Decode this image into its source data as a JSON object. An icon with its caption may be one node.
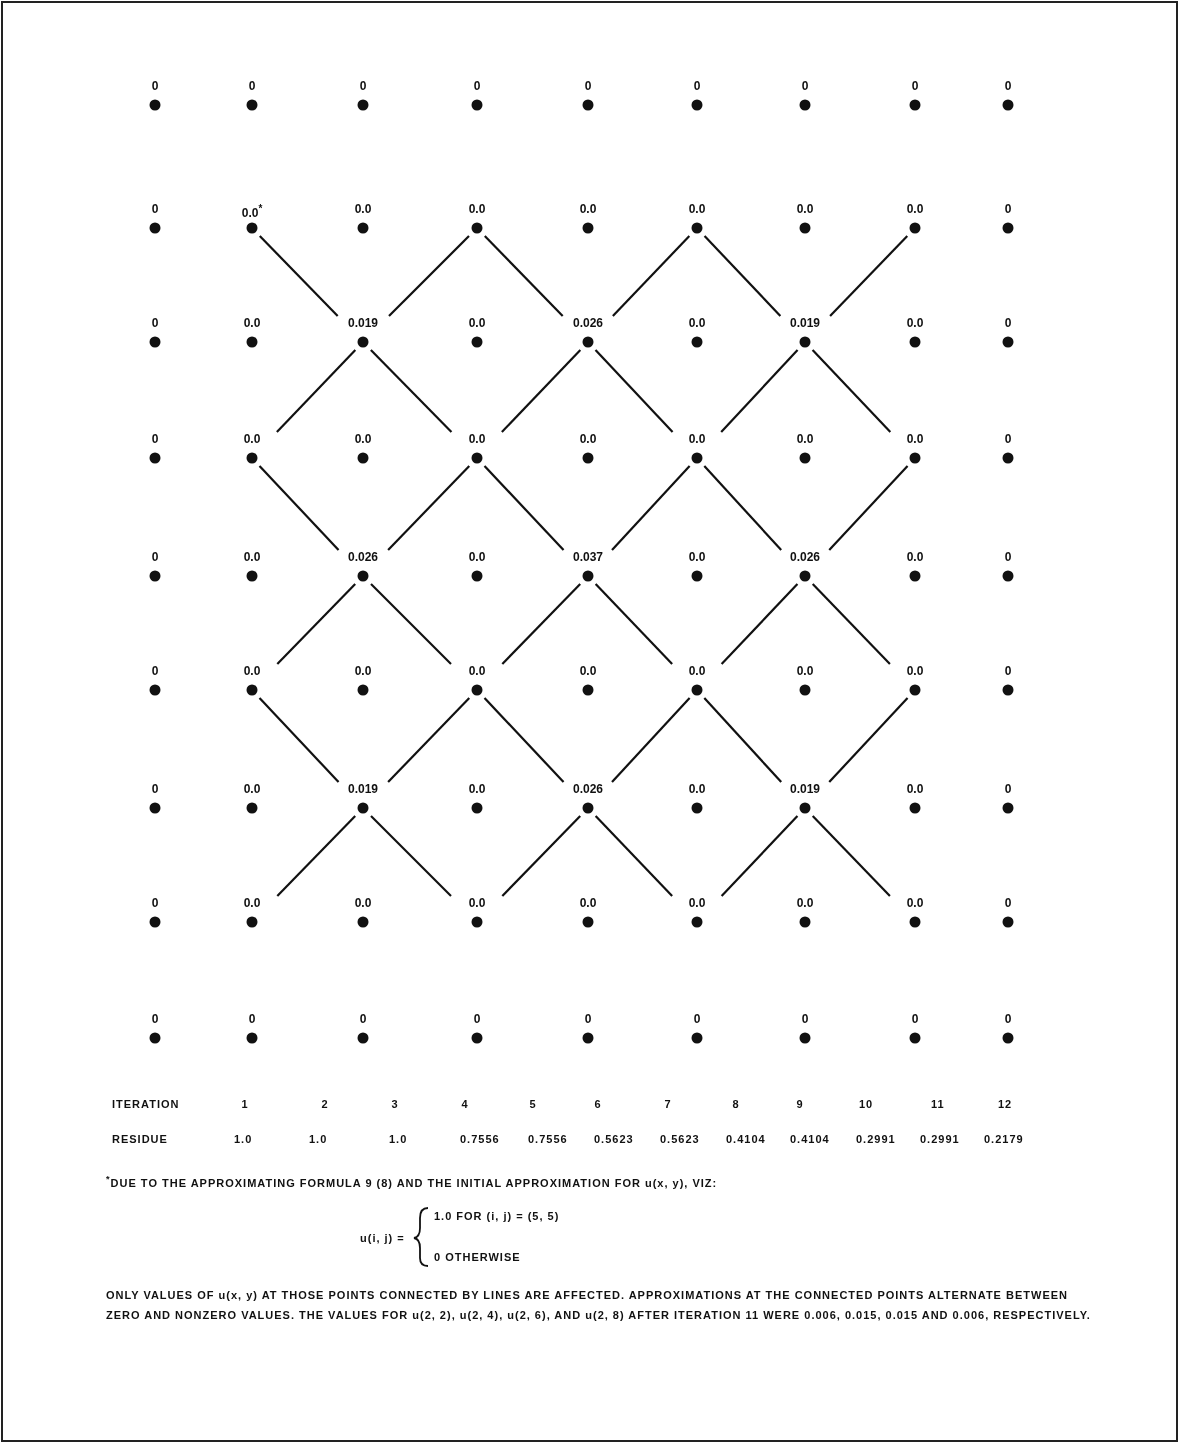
{
  "diagram": {
    "nodes": [
      {
        "text": [
          "0"
        ]
      },
      {
        "text": [
          "0"
        ]
      },
      {
        "text": [
          "0"
        ]
      },
      {
        "text": [
          "0"
        ]
      },
      {
        "text": [
          "0"
        ]
      },
      {
        "text": [
          "0"
        ]
      },
      {
        "text": [
          "0"
        ]
      },
      {
        "text": [
          "0"
        ]
      },
      {
        "text": [
          "0"
        ]
      },
      {
        "text": [
          "0"
        ]
      },
      {
        "text": [
          "0.0$^{*}$"
        ]
      },
      {
        "text": [
          "0.0"
        ]
      },
      {
        "text": [
          "0.0"
        ]
      },
      {
        "text": [
          "0.0"
        ]
      },
      {
        "text": [
          "0.0"
        ]
      },
      {
        "text": [
          "0.0"
        ]
      },
      {
        "text": [
          "0.0"
        ]
      },
      {
        "text": [
          "0"
        ]
      },
      {
        "text": [
          "0"
        ]
      },
      {
        "text": [
          "0.0"
        ]
      },
      {
        "text": [
          "0.019"
        ]
      },
      {
        "text": [
          "0.0"
        ]
      },
      {
        "text": [
          "0.026"
        ]
      },
      {
        "text": [
          "0.0"
        ]
      },
      {
        "text": [
          "0.019"
        ]
      },
      {
        "text": [
          "0.0"
        ]
      },
      {
        "text": [
          "0"
        ]
      },
      {
        "text": [
          "0"
        ]
      },
      {
        "text": [
          "0.0"
        ]
      },
      {
        "text": [
          "0.0"
        ]
      },
      {
        "text": [
          "0.0"
        ]
      },
      {
        "text": [
          "0.0"
        ]
      },
      {
        "text": [
          "0.0"
        ]
      },
      {
        "text": [
          "0.0"
        ]
      },
      {
        "text": [
          "0.0"
        ]
      },
      {
        "text": [
          "0"
        ]
      },
      {
        "text": [
          "0"
        ]
      },
      {
        "text": [
          "0.0"
        ]
      },
      {
        "text": [
          "0.026"
        ]
      },
      {
        "text": [
          "0.0"
        ]
      },
      {
        "text": [
          "0.037"
        ]
      },
      {
        "text": [
          "0.0"
        ]
      },
      {
        "text": [
          "0.026"
        ]
      },
      {
        "text": [
          "0.0"
        ]
      },
      {
        "text": [
          "0"
        ]
      },
      {
        "text": [
          "0"
        ]
      },
      {
        "text": [
          "0.0"
        ]
      },
      {
        "text": [
          "0.0"
        ]
      },
      {
        "text": [
          "0.0"
        ]
      },
      {
        "text": [
          "0.0"
        ]
      },
      {
        "text": [
          "0.0"
        ]
      },
      {
        "text": [
          "0.0"
        ]
      },
      {
        "text": [
          "0.0"
        ]
      },
      {
        "text": [
          "0"
        ]
      },
      {
        "text": [
          "0"
        ]
      },
      {
        "text": [
          "0.0"
        ]
      },
      {
        "text": [
          "0.019"
        ]
      },
      {
        "text": [
          "0.0"
        ]
      },
      {
        "text": [
          "0.026"
        ]
      },
      {
        "text": [
          "0.0"
        ]
      },
      {
        "text": [
          "0.019"
        ]
      },
      {
        "text": [
          "0.0"
        ]
      },
      {
        "text": [
          "0"
        ]
      },
      {
        "text": [
          "0"
        ]
      },
      {
        "text": [
          "0.0"
        ]
      },
      {
        "text": [
          "0.0"
        ]
      },
      {
        "text": [
          "0.0"
        ]
      },
      {
        "text": [
          "0.0"
        ]
      },
      {
        "text": [
          "0.0"
        ]
      },
      {
        "text": [
          "0.0"
        ]
      },
      {
        "text": [
          "0.0"
        ]
      },
      {
        "text": [
          "0"
        ]
      },
      {
        "text": [
          "0"
        ]
      },
      {
        "text": [
          "0"
        ]
      },
      {
        "text": [
          "0"
        ]
      },
      {
        "text": [
          "0"
        ]
      },
      {
        "text": [
          "0"
        ]
      },
      {
        "text": [
          "0"
        ]
      },
      {
        "text": [
          "0"
        ]
      },
      {
        "text": [
          "0"
        ]
      },
      {
        "text": [
          "0"
        ]
      }
    ],
    "edges": [
      {
        "from": 10,
        "to": 20,
        "arrow": "none"
      },
      {
        "from": 12,
        "to": 20,
        "arrow": "none"
      },
      {
        "from": 12,
        "to": 22,
        "arrow": "none"
      },
      {
        "from": 14,
        "to": 22,
        "arrow": "none"
      },
      {
        "from": 14,
        "to": 24,
        "arrow": "none"
      },
      {
        "from": 16,
        "to": 24,
        "arrow": "none"
      },
      {
        "from": 20,
        "to": 28,
        "arrow": "none"
      },
      {
        "from": 20,
        "to": 30,
        "arrow": "none"
      },
      {
        "from": 22,
        "to": 30,
        "arrow": "none"
      },
      {
        "from": 22,
        "to": 32,
        "arrow": "none"
      },
      {
        "from": 24,
        "to": 32,
        "arrow": "none"
      },
      {
        "from": 24,
        "to": 34,
        "arrow": "none"
      },
      {
        "from": 28,
        "to": 38,
        "arrow": "none"
      },
      {
        "from": 30,
        "to": 38,
        "arrow": "none"
      },
      {
        "from": 30,
        "to": 40,
        "arrow": "none"
      },
      {
        "from": 32,
        "to": 40,
        "arrow": "none"
      },
      {
        "from": 32,
        "to": 42,
        "arrow": "none"
      },
      {
        "from": 34,
        "to": 42,
        "arrow": "none"
      },
      {
        "from": 38,
        "to": 46,
        "arrow": "none"
      },
      {
        "from": 38,
        "to": 48,
        "arrow": "none"
      },
      {
        "from": 40,
        "to": 48,
        "arrow": "none"
      },
      {
        "from": 40,
        "to": 50,
        "arrow": "none"
      },
      {
        "from": 42,
        "to": 50,
        "arrow": "none"
      },
      {
        "from": 42,
        "to": 52,
        "arrow": "none"
      },
      {
        "from": 46,
        "to": 56,
        "arrow": "none"
      },
      {
        "from": 48,
        "to": 56,
        "arrow": "none"
      },
      {
        "from": 48,
        "to": 58,
        "arrow": "none"
      },
      {
        "from": 50,
        "to": 58,
        "arrow": "none"
      },
      {
        "from": 50,
        "to": 60,
        "arrow": "none"
      },
      {
        "from": 52,
        "to": 60,
        "arrow": "none"
      },
      {
        "from": 56,
        "to": 64,
        "arrow": "none"
      },
      {
        "from": 56,
        "to": 66,
        "arrow": "none"
      },
      {
        "from": 58,
        "to": 66,
        "arrow": "none"
      },
      {
        "from": 58,
        "to": 68,
        "arrow": "none"
      },
      {
        "from": 60,
        "to": 68,
        "arrow": "none"
      },
      {
        "from": 60,
        "to": 70,
        "arrow": "none"
      }
    ],
    "labels": [
      "ITERATION",
      "1",
      "2",
      "3",
      "4",
      "5",
      "6",
      "7",
      "8",
      "9",
      "10",
      "11",
      "12",
      "RESIDUE",
      "1.0",
      "1.0",
      "1.0",
      "0.7556",
      "0.7556",
      "0.5623",
      "0.5623",
      "0.4104",
      "0.4104",
      "0.2991",
      "0.2991",
      "0.2179",
      "$^{*}$DUE TO THE APPROXIMATING FORMULA 9 (8) AND THE INITIAL APPROXIMATION FOR u(x, y), VIZ:",
      "u(i, j) =",
      "1.0 FOR (i, j) = (5, 5)",
      "0 OTHERWISE",
      "ONLY VALUES OF u(x, y) AT THOSE POINTS CONNECTED BY LINES ARE AFFECTED. APPROXIMATIONS AT THE CONNECTED POINTS ALTERNATE BETWEEN ZERO AND NONZERO VALUES. THE VALUES FOR u(2, 2), u(2, 4), u(2, 6), AND u(2, 8) AFTER ITERATION 11 WERE 0.006, 0.015, 0.015 AND 0.006, RESPECTIVELY."
    ]
  }
}
